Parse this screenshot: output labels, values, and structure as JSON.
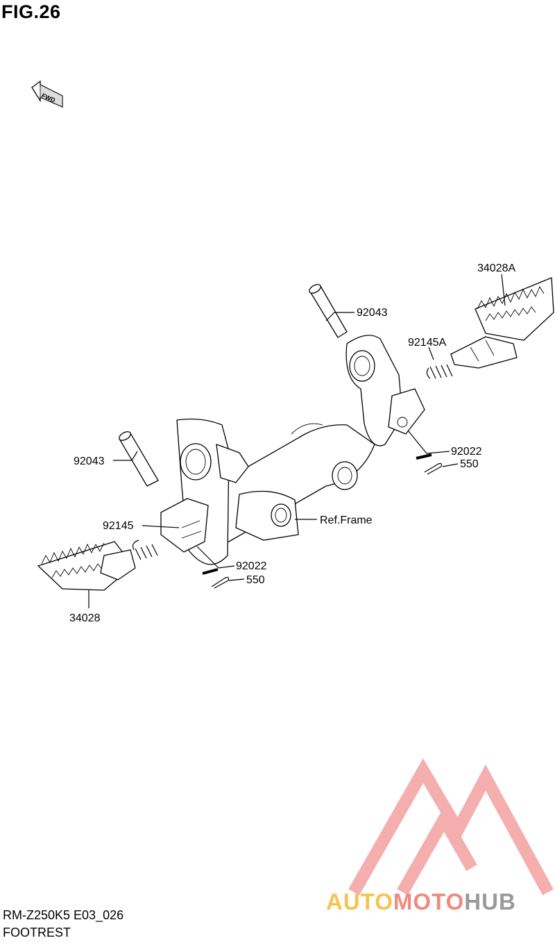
{
  "figure": {
    "title": "FIG.26"
  },
  "direction": {
    "label": "FWD"
  },
  "callouts": {
    "footrest_right": "34028A",
    "pin_right": "92043",
    "spring_right": "92145A",
    "washer_right": "92022",
    "cotter_right": "550",
    "pin_left": "92043",
    "spring_left": "92145",
    "washer_left": "92022",
    "cotter_left": "550",
    "footrest_left": "34028",
    "frame_ref": "Ref.Frame"
  },
  "footer": {
    "model_code": "RM-Z250K5 E03_026",
    "section": "FOOTREST"
  },
  "watermark": {
    "word1": "AUTO",
    "word2": "MOTO",
    "word3": "HUB",
    "colors": {
      "logo": "#f4a0a0",
      "auto": "#f6c44e",
      "moto": "#f08a7e",
      "hub": "#9a9a9a"
    }
  }
}
